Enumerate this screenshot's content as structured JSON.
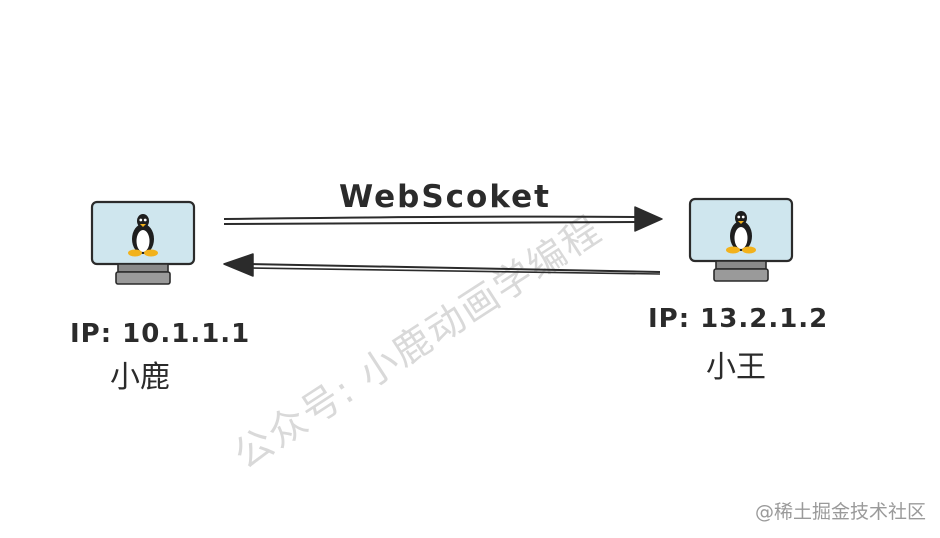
{
  "diagram": {
    "protocol_label": "WebScoket",
    "left_node": {
      "ip": "IP: 10.1.1.1",
      "name": "小鹿",
      "icon": "linux-monitor-icon"
    },
    "right_node": {
      "ip": "IP: 13.2.1.2",
      "name": "小王",
      "icon": "linux-monitor-icon"
    },
    "watermark": "公众号: 小鹿动画学编程",
    "credit": "@稀土掘金技术社区"
  },
  "colors": {
    "monitor_screen": "#cfe6ee",
    "stroke": "#2b2b2b",
    "stand": "#8a8a8a",
    "penguin_body": "#1e1e1e",
    "penguin_feet": "#f2b21c",
    "watermark": "#d9d9d9"
  }
}
